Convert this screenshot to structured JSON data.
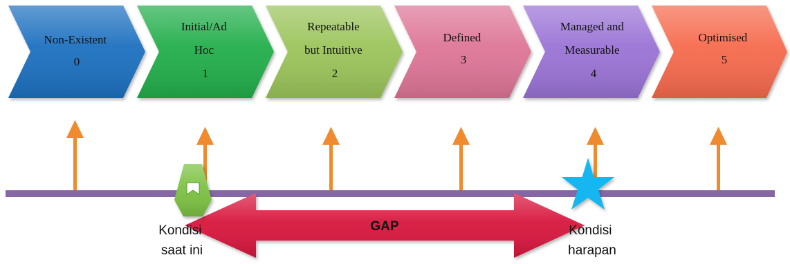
{
  "stages": [
    {
      "lines": [
        "Non-Existent",
        "0"
      ],
      "color": "#1E6FC0"
    },
    {
      "lines": [
        "Initial/Ad",
        "Hoc",
        "1"
      ],
      "color": "#22AE4C"
    },
    {
      "lines": [
        "Repeatable",
        "but Intuitive",
        "2"
      ],
      "color": "#9BC45A"
    },
    {
      "lines": [
        "Defined",
        "3"
      ],
      "color": "#DE7597"
    },
    {
      "lines": [
        "Managed and",
        "Measurable",
        "4"
      ],
      "color": "#9A73D6"
    },
    {
      "lines": [
        "Optimised",
        "5"
      ],
      "color": "#F66A4E"
    }
  ],
  "gap": {
    "label": "GAP",
    "color": "#D8163C"
  },
  "current": {
    "lines": [
      "Kondisi",
      "saat ini"
    ],
    "marker_color": "#7CC142"
  },
  "target": {
    "lines": [
      "Kondisi",
      "harapan"
    ],
    "marker_color": "#19B6F0"
  },
  "colors": {
    "timeline": "#8567A6",
    "arrow": "#F08A2E"
  }
}
